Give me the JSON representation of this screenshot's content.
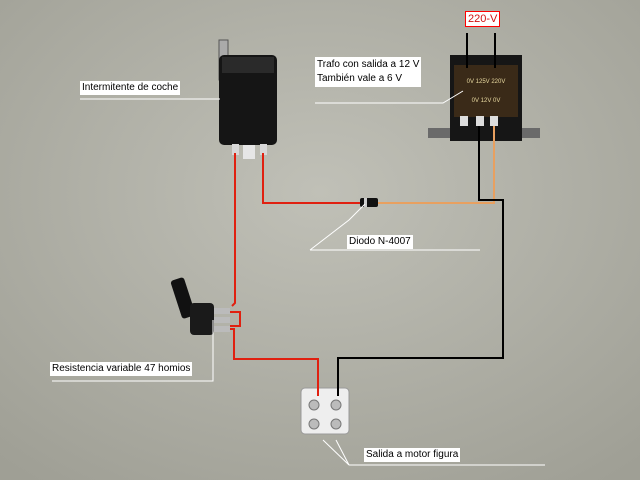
{
  "colors": {
    "background": "#b4b4aa",
    "wire_red": "#e02010",
    "wire_orange": "#e8a060",
    "wire_black": "#000000",
    "leader_white": "#ffffff",
    "component_black": "#141414",
    "terminal_white": "#eeeeee"
  },
  "labels": {
    "flasher": "Intermitente de coche",
    "transformer_line1": "Trafo con salida a 12 V",
    "transformer_line2": "También vale a 6 V",
    "transformer_input": "220-V",
    "transformer_taps": "0V  125V  220V",
    "transformer_secondary": "0V  12V  0V",
    "diode": "Diodo N-4007",
    "potentiometer": "Resistencia variable 47 homios",
    "output": "Salida a motor figura"
  }
}
